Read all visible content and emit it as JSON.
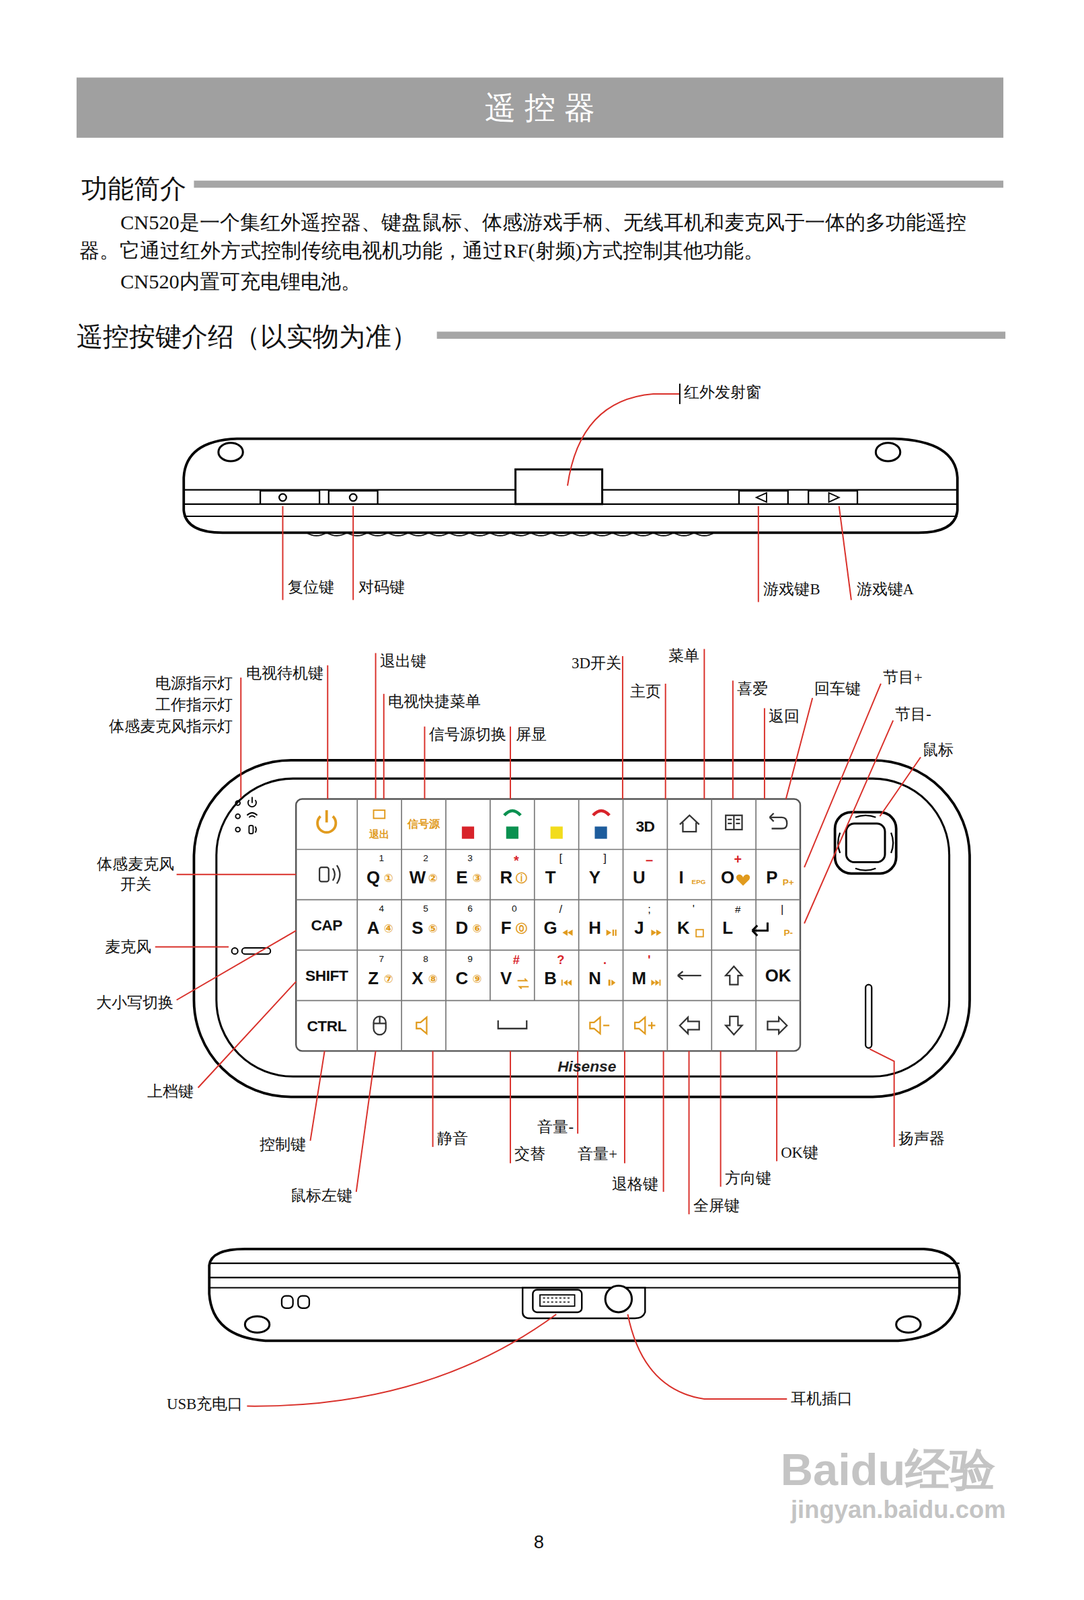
{
  "diagram": {
    "title": "遥 控 器",
    "labels": [
      "功能简介",
      "CN520是一个集红外遥控器、键盘鼠标、体感游戏手柄、无线耳机和麦克风于一体的多功能遥控器。它通过红外方式控制传统电视机功能，通过RF(射频)方式控制其他功能。",
      "CN520内置可充电锂电池。",
      "遥控按键介绍（以实物为准）",
      "红外发射窗",
      "复位键",
      "对码键",
      "游戏键B",
      "游戏键A",
      "电源指示灯",
      "工作指示灯",
      "体感麦克风指示灯",
      "电视待机键",
      "退出键",
      "电视快捷菜单",
      "信号源切换",
      "屏显",
      "3D开关",
      "主页",
      "菜单",
      "喜爱",
      "返回",
      "回车键",
      "节目+",
      "节目-",
      "鼠标",
      "体感麦克风",
      "开关",
      "麦克风",
      "大小写切换",
      "上档键",
      "控制键",
      "鼠标左键",
      "静音",
      "音量-",
      "交替",
      "音量+",
      "退格键",
      "全屏键",
      "方向键",
      "OK键",
      "扬声器",
      "Hisense",
      "USB充电口",
      "耳机插口",
      "8",
      "Baidu经验",
      "jingyan.baidu.com",
      "退出",
      "信号源",
      "3D",
      "Q",
      "1",
      "①",
      "W",
      "2",
      "②",
      "E",
      "3",
      "③",
      "R",
      "*",
      "ⓘ",
      "T",
      "[",
      "Y",
      "]",
      "U",
      "−",
      "I",
      "EPG",
      "O",
      "+",
      "P",
      "P+",
      "A",
      "4",
      "④",
      "S",
      "5",
      "⑤",
      "D",
      "6",
      "⑥",
      "F",
      "0",
      "⓪",
      "G",
      "/",
      "H",
      "J",
      ";",
      "K",
      "'",
      "L",
      "#",
      "|",
      "P-",
      "Z",
      "7",
      "⑦",
      "X",
      "8",
      "⑧",
      "C",
      "9",
      "⑨",
      "V",
      "#",
      "B",
      "?",
      "N",
      ".",
      "M",
      "'",
      "OK",
      "CAP",
      "SHIFT",
      "CTRL"
    ]
  }
}
